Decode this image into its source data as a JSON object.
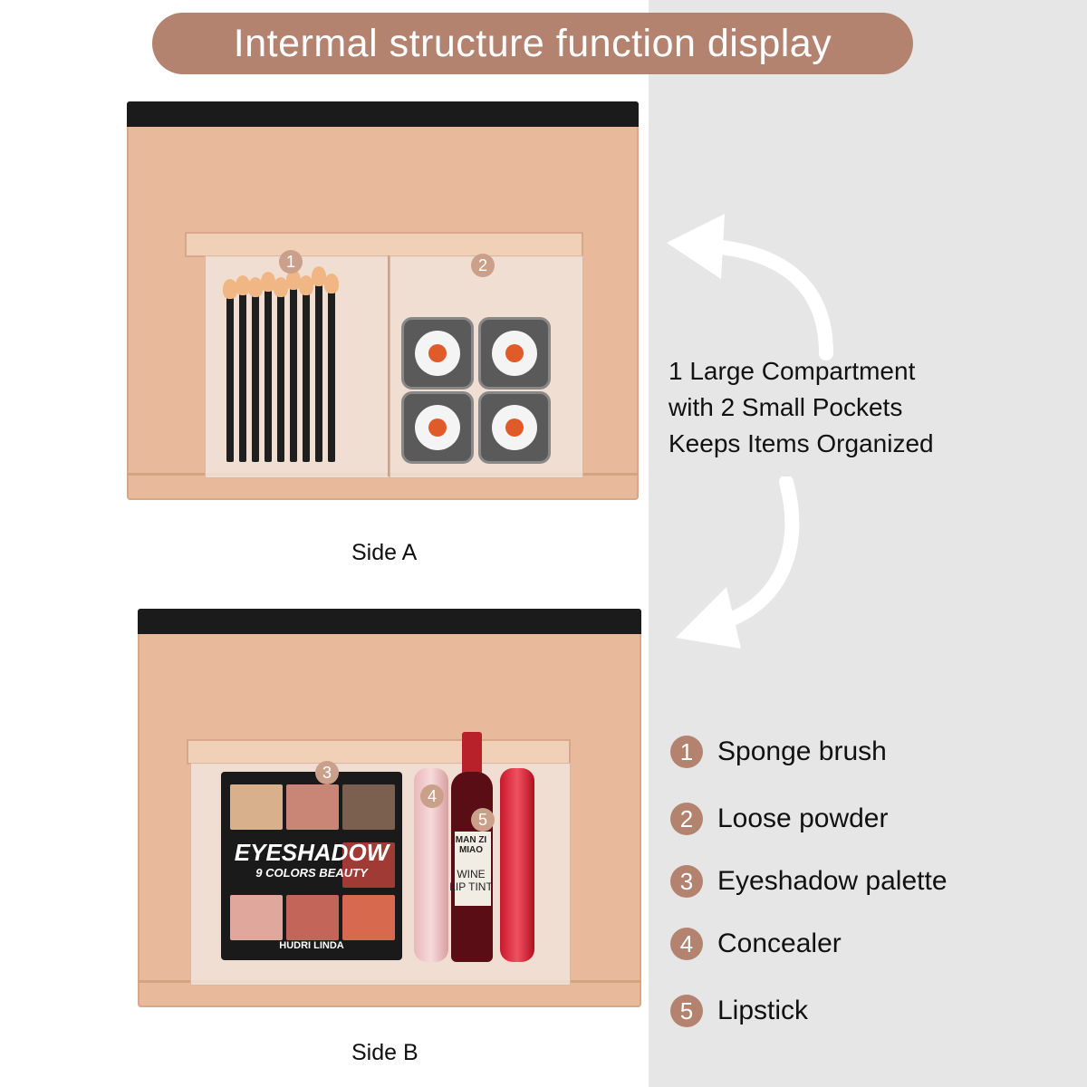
{
  "title": "Intermal structure function display",
  "description": {
    "line1": "1 Large Compartment",
    "line2": "with 2 Small Pockets",
    "line3": "Keeps Items Organized"
  },
  "side_a": {
    "label": "Side A",
    "pocket_numbers": [
      "1",
      "2"
    ]
  },
  "side_b": {
    "label": "Side B",
    "pocket_numbers": [
      "3",
      "4",
      "5"
    ]
  },
  "palette": {
    "line1": "EYESHADOW",
    "line2": "9 COLORS BEAUTY",
    "brand": "HUDRI LINDA"
  },
  "lipstick_bottle": {
    "brand": "MAN ZI MIAO",
    "line1": "WINE",
    "line2": "LIP TINT"
  },
  "legend": [
    {
      "number": "1",
      "label": "Sponge brush"
    },
    {
      "number": "2",
      "label": "Loose powder"
    },
    {
      "number": "3",
      "label": "Eyeshadow palette"
    },
    {
      "number": "4",
      "label": "Concealer"
    },
    {
      "number": "5",
      "label": "Lipstick"
    }
  ],
  "colors": {
    "accent": "#b48370",
    "bag": "#e8b99b",
    "panel": "#e6e6e6"
  }
}
